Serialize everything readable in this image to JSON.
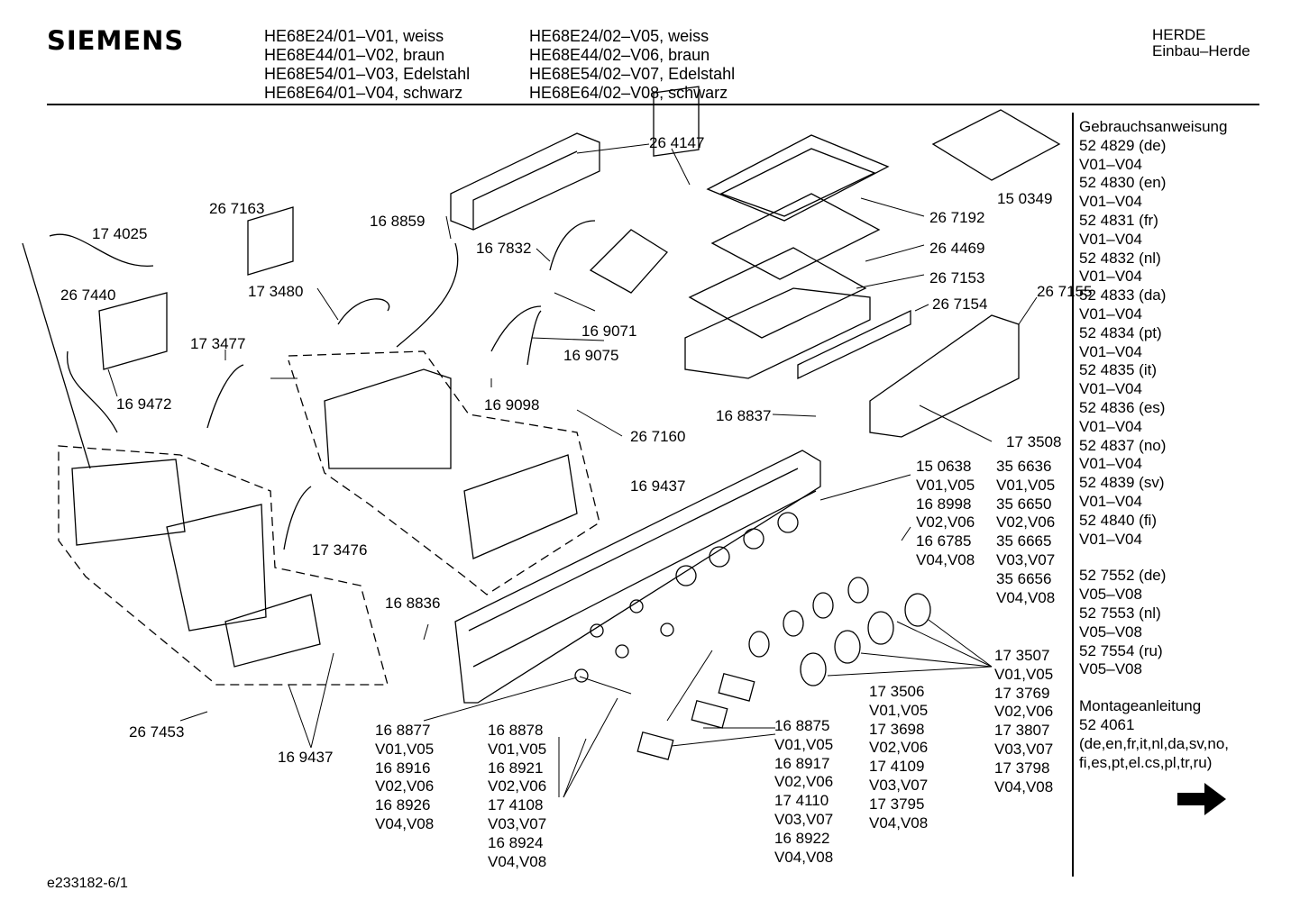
{
  "header": {
    "brand": "SIEMENS",
    "models_col1": [
      "HE68E24/01–V01, weiss",
      "HE68E44/01–V02, braun",
      "HE68E54/01–V03, Edelstahl",
      "HE68E64/01–V04, schwarz"
    ],
    "models_col2": [
      "HE68E24/02–V05, weiss",
      "HE68E44/02–V06, braun",
      "HE68E54/02–V07, Edelstahl",
      "HE68E64/02–V08, schwarz"
    ],
    "category": [
      "HERDE",
      "Einbau–Herde"
    ]
  },
  "sidebar": {
    "manual_title": "Gebrauchsanweisung",
    "manual_items": [
      "52 4829 (de)",
      "V01–V04",
      "52 4830 (en)",
      "V01–V04",
      "52 4831 (fr)",
      "V01–V04",
      "52 4832 (nl)",
      "V01–V04",
      "52 4833 (da)",
      "V01–V04",
      "52 4834 (pt)",
      "V01–V04",
      "52 4835 (it)",
      "V01–V04",
      "52 4836 (es)",
      "V01–V04",
      "52 4837 (no)",
      "V01–V04",
      "52 4839 (sv)",
      "V01–V04",
      "52 4840 (fi)",
      "V01–V04"
    ],
    "manual_items2": [
      "52 7552 (de)",
      "V05–V08",
      "52 7553 (nl)",
      "V05–V08",
      "52 7554 (ru)",
      "V05–V08"
    ],
    "install_title": "Montageanleitung",
    "install_items": [
      "52 4061",
      "(de,en,fr,it,nl,da,sv,no,",
      "fi,es,pt,el.cs,pl,tr,ru)"
    ],
    "next_icon": "right-arrow-icon"
  },
  "labels": {
    "l264147": "26 4147",
    "l150349": "15 0349",
    "l267163": "26 7163",
    "l168859": "16 8859",
    "l174025": "17 4025",
    "l167832": "16 7832",
    "l267192": "26 7192",
    "l264469": "26 4469",
    "l267440": "26 7440",
    "l173480": "17 3480",
    "l267153": "26 7153",
    "l267155": "26 7155",
    "l267154": "26 7154",
    "l169071": "16 9071",
    "l173477": "17 3477",
    "l169075": "16 9075",
    "l169472": "16 9472",
    "l169098": "16 9098",
    "l168837": "16 8837",
    "l267160": "26 7160",
    "l173508": "17 3508",
    "l169437a": "16 9437",
    "l173476": "17 3476",
    "l168836": "16 8836",
    "l267453": "26 7453",
    "l169437b": "16 9437",
    "group_150638": [
      "15 0638",
      "V01,V05",
      "16 8998",
      "V02,V06",
      "16 6785",
      "V04,V08"
    ],
    "group_356636": [
      "35 6636",
      "V01,V05",
      "35 6650",
      "V02,V06",
      "35 6665",
      "V03,V07",
      "35 6656",
      "V04,V08"
    ],
    "group_173507": [
      "17 3507",
      "V01,V05",
      "17 3769",
      "V02,V06",
      "17 3807",
      "V03,V07",
      "17 3798",
      "V04,V08"
    ],
    "group_173506": [
      "17 3506",
      "V01,V05",
      "17 3698",
      "V02,V06",
      "17 4109",
      "V03,V07",
      "17 3795",
      "V04,V08"
    ],
    "group_168875": [
      "16 8875",
      "V01,V05",
      "16 8917",
      "V02,V06",
      "17 4110",
      "V03,V07",
      "16 8922",
      "V04,V08"
    ],
    "group_168877": [
      "16 8877",
      "V01,V05",
      "16 8916",
      "V02,V06",
      "16 8926",
      "V04,V08"
    ],
    "group_168878": [
      "16 8878",
      "V01,V05",
      "16 8921",
      "V02,V06",
      "17 4108",
      "V03,V07",
      "16 8924",
      "V04,V08"
    ]
  },
  "footer": {
    "drawing_id": "e233182-6/1"
  }
}
